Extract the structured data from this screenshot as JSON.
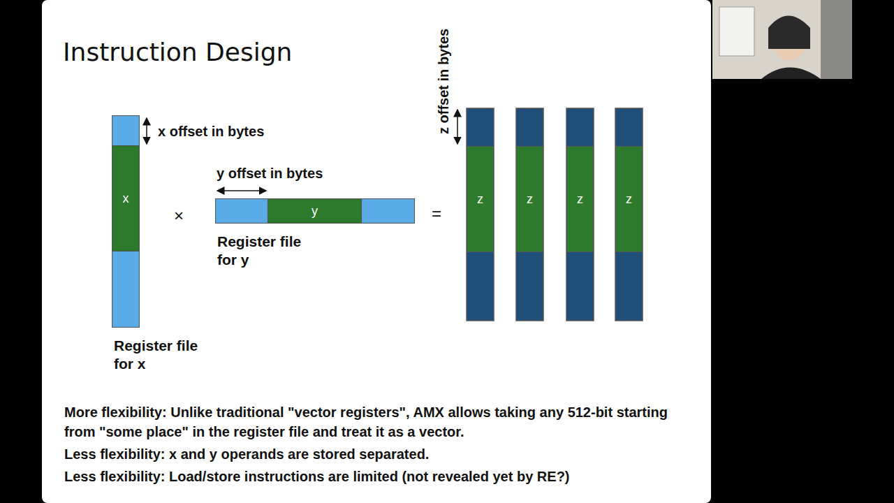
{
  "diagram": {
    "title": "Instruction Design",
    "nodes": [
      {
        "text": [
          "Register file for x"
        ]
      },
      {
        "text": [
          "x"
        ],
        "in": 0
      },
      {
        "text": [
          "Register file for y"
        ]
      },
      {
        "text": [
          "y"
        ],
        "in": 2
      },
      {
        "text": [
          "z"
        ]
      },
      {
        "text": [
          "z"
        ]
      },
      {
        "text": [
          "z"
        ]
      },
      {
        "text": [
          "z"
        ]
      }
    ],
    "labels": [
      "x offset in bytes",
      "y offset in bytes",
      "z offset in bytes",
      "×",
      "=",
      "More flexibility: Unlike traditional \"vector registers\", AMX allows taking any 512-bit starting from \"some place\" in the register file and treat it as a vector.",
      "Less flexibility: x and y operands are stored separated.",
      "Less flexibility: Load/store instructions are limited (not revealed yet by RE?)"
    ]
  }
}
